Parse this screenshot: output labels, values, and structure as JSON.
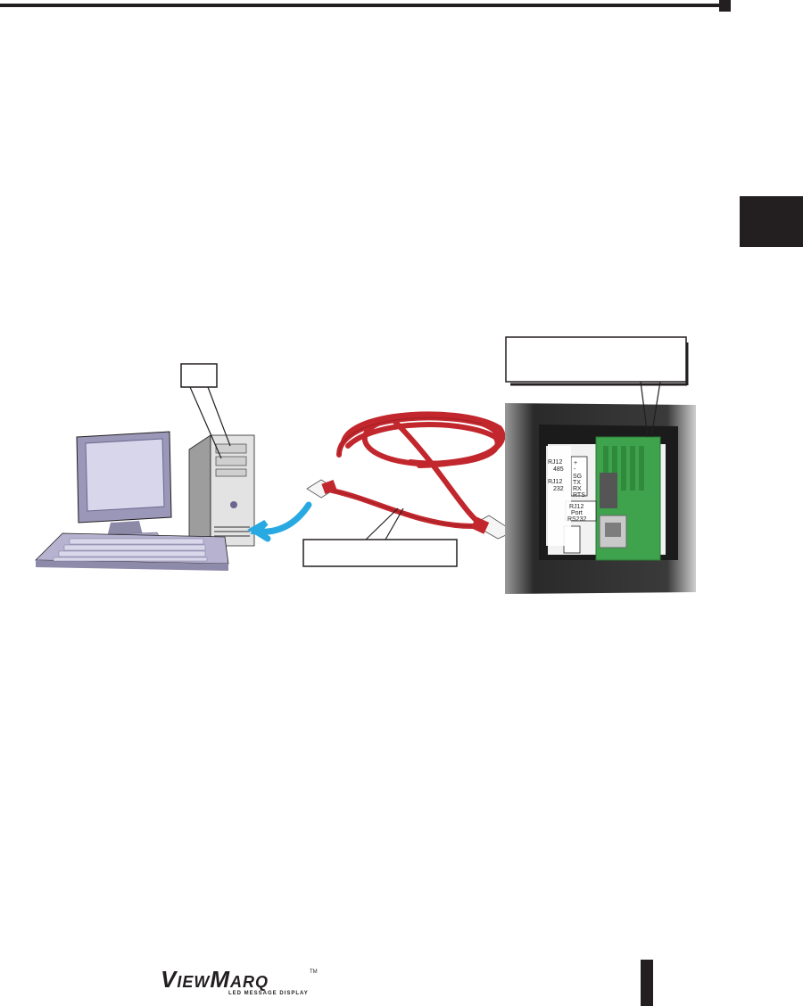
{
  "page": {
    "header_rule": "",
    "chapter_tab": ""
  },
  "diagram": {
    "pc_callout": "",
    "cable_callout": "",
    "display_callout": "",
    "panel_labels": {
      "l1": "+",
      "l2": "-",
      "l3": "SG",
      "l4": "TX",
      "l5": "RX",
      "l6": "RTS",
      "rs485": "RJ12",
      "rs485b": "485",
      "rs232": "RJ12",
      "rs232b": "232",
      "port_title": "RJ12",
      "port_sub": "Port",
      "port_type": "RS232"
    }
  },
  "footer": {
    "logo_view": "VIEW",
    "logo_marq": "MARQ",
    "logo_tm": "TM",
    "logo_sub": "LED MESSAGE DISPLAY"
  },
  "colors": {
    "ink": "#231f20",
    "cable": "#c1272d",
    "arrow": "#29a9e1",
    "board": "#3fa34d",
    "monitor": "#b8b4d6",
    "tower": "#dedede"
  }
}
